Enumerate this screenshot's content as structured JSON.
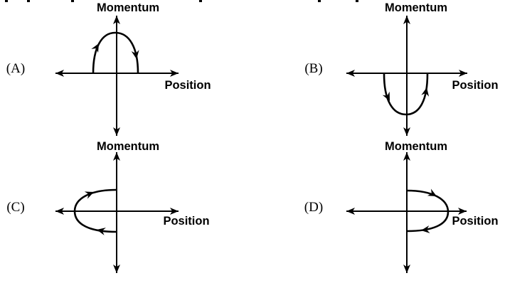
{
  "figure": {
    "background_color": "#ffffff",
    "ink_color": "#000000",
    "top_edge_clipped_marks_x": [
      7,
      38,
      100,
      280,
      447,
      500
    ]
  },
  "diagrams": [
    {
      "option": "(A)",
      "y_axis_label": "Momentum",
      "x_axis_label": "Position",
      "orbit": {
        "shape": "half-loop above the Position axis",
        "direction": "clockwise",
        "arrow_hints": [
          "upward on left side",
          "downward on right side"
        ]
      }
    },
    {
      "option": "(B)",
      "y_axis_label": "Momentum",
      "x_axis_label": "Position",
      "orbit": {
        "shape": "half-loop below the Position axis",
        "direction": "counterclockwise",
        "arrow_hints": [
          "downward on left side",
          "upward on right side"
        ]
      }
    },
    {
      "option": "(C)",
      "y_axis_label": "Momentum",
      "x_axis_label": "Position",
      "orbit": {
        "shape": "half-loop left of the Momentum axis",
        "direction": "clockwise",
        "arrow_hints": [
          "up-right along top",
          "leftward along bottom"
        ]
      }
    },
    {
      "option": "(D)",
      "y_axis_label": "Momentum",
      "x_axis_label": "Position",
      "orbit": {
        "shape": "half-loop right of the Momentum axis",
        "direction": "clockwise",
        "arrow_hints": [
          "rightward along top",
          "leftward along bottom"
        ]
      }
    }
  ]
}
